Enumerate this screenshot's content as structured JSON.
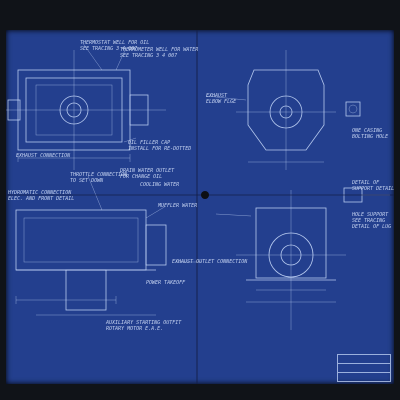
{
  "sheet": {
    "background": "#233f8e",
    "line_color": "#cfe0ff"
  },
  "notes": {
    "n1": "THERMOSTAT WELL FOR OIL",
    "n1b": "SEE TRACING 3 4 007",
    "n2": "THERMOMETER WELL FOR WATER",
    "n2b": "SEE TRACING 3 4 007",
    "n3": "EXHAUST",
    "n3b": "ELBOW FLGE",
    "n4": "OIL FILLER CAP",
    "n4b": "INSTALL FOR RE-DOTTED",
    "n5": "EXHAUST CONNECTION",
    "n6": "THROTTLE CONNECTION",
    "n6b": "TO SET DOWN",
    "n7": "DRAIN WATER OUTLET",
    "n7b": "FOR CHANGE OIL",
    "n8": "COOLING WATER",
    "n9": "MUFFLER WATER",
    "n10": "HYDROMATIC CONNECTION",
    "n10b": "ELEC. AND FRONT DETAIL",
    "n11": "EXHAUST OUTLET CONNECTION",
    "n12": "POWER TAKEOFF",
    "n13": "AUXILIARY STARTING OUTFIT",
    "n13b": "ROTARY MOTOR E.A.E.",
    "n14": "ONE CASING",
    "n14b": "BOLTING HOLE",
    "n15": "DETAIL OF",
    "n15b": "SUPPORT DETAIL",
    "n16": "HOLE SUPPORT",
    "n16b": "SEE TRACING",
    "n16c": "DETAIL OF LUG"
  },
  "icons": {
    "punch": "punch-hole-icon"
  }
}
